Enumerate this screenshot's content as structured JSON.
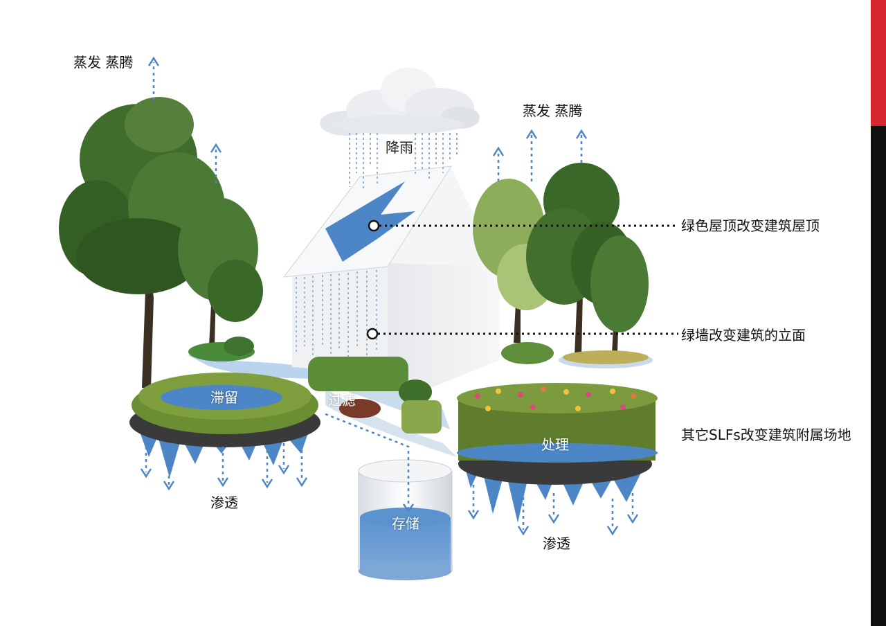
{
  "labels": {
    "evap_left": "蒸发 蒸腾",
    "evap_right": "蒸发 蒸腾",
    "rain": "降雨",
    "green_roof": "绿色屋顶改变建筑屋顶",
    "green_wall": "绿墙改变建筑的立面",
    "other_slfs": "其它SLFs改变建筑附属场地",
    "detention": "滞留",
    "filtration": "过滤",
    "treatment": "处理",
    "storage": "存储",
    "infiltration_left": "渗透",
    "infiltration_right": "渗透"
  },
  "colors": {
    "water": "#4d86c6",
    "arrow": "#4d86c6",
    "foliage": "#3b6a2a",
    "accent_red": "#d8262e",
    "side_bar": "#111111"
  },
  "icons": [
    "cloud-icon",
    "tree-icon",
    "house-icon",
    "arrow-up-icon",
    "arrow-down-icon",
    "storage-tank-icon",
    "pin-icon"
  ]
}
